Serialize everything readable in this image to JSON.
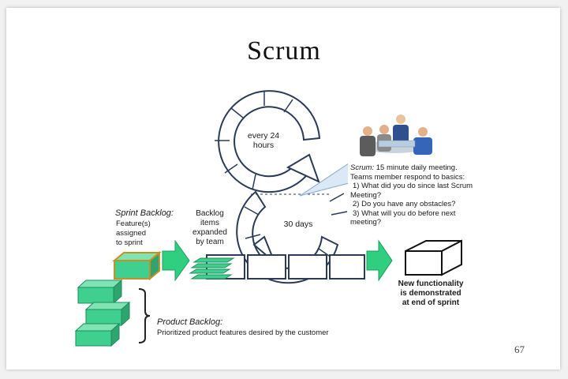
{
  "slide": {
    "title": "Scrum",
    "page_number": "67"
  },
  "diagram": {
    "daily_cycle_label": "every 24\nhours",
    "sprint_cycle_label": "30 days",
    "scrum_note": {
      "heading": "Scrum:",
      "line1": " 15 minute daily meeting.",
      "line2": "Teams member respond to basics:",
      "line3": "1) What did you do since last Scrum",
      "line4": "Meeting?",
      "line5": "2) Do you have any obstacles?",
      "line6": "3) What will you do before next",
      "line7": "meeting?"
    },
    "sprint_backlog": {
      "title": "Sprint Backlog:",
      "description": "Feature(s)\nassigned\nto sprint"
    },
    "backlog_items": {
      "description": "Backlog\nitems\nexpanded\nby team"
    },
    "product_backlog": {
      "title": "Product Backlog:",
      "description": "Prioritized product features desired by the customer"
    },
    "output": {
      "description": "New functionality\nis demonstrated\nat end of sprint"
    },
    "colors": {
      "cube_green": "#3fcf8e",
      "arrow_green": "#2fcf7f",
      "cycle_outline": "#2b3a57",
      "note_bubble": "#dbe8f5"
    }
  }
}
